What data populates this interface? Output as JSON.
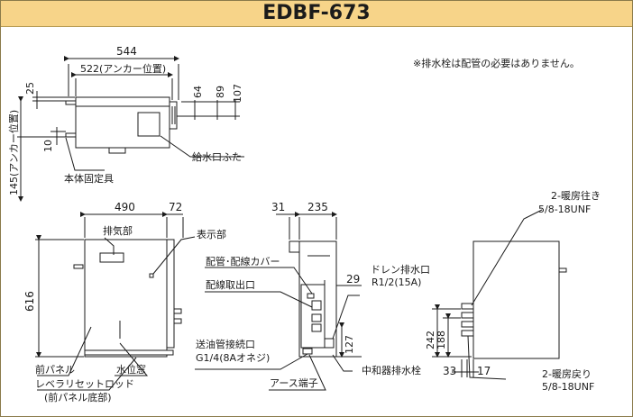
{
  "title": "EDBF-673",
  "note": "※排水栓は配管の必要はありません。",
  "dimensions": {
    "top_width": "544",
    "anchor_width": "522(アンカー位置)",
    "d25": "25",
    "d10": "10",
    "d64": "64",
    "d89": "89",
    "d107": "107",
    "anchor_depth": "145(アンカー位置)",
    "front_width": "490",
    "d72": "72",
    "height": "616",
    "d31": "31",
    "side_width": "235",
    "d29": "29",
    "d127": "127",
    "d242": "242",
    "d188": "188",
    "d33": "33",
    "d17": "17"
  },
  "labels": {
    "body_fix": "本体固定具",
    "water_cap": "給水口ふた",
    "exhaust": "排気部",
    "display": "表示部",
    "pipe_cover": "配管･配線カバー",
    "wire_outlet": "配線取出口",
    "drain_outlet": "ドレン排水口",
    "drain_size": "R1/2(15A)",
    "oil_pipe": "送油管接続口",
    "oil_size": "G1/4(8Aオネジ)",
    "front_panel": "前パネル",
    "water_window": "水位窓",
    "level_rod": "レベラリセットロッド",
    "level_rod_sub": "(前パネル底部)",
    "earth": "アース端子",
    "neutral_drain": "中和器排水栓",
    "heat_out": "2-暖房往き",
    "heat_out_size": "5/8-18UNF",
    "heat_return": "2-暖房戻り",
    "heat_return_size": "5/8-18UNF"
  }
}
